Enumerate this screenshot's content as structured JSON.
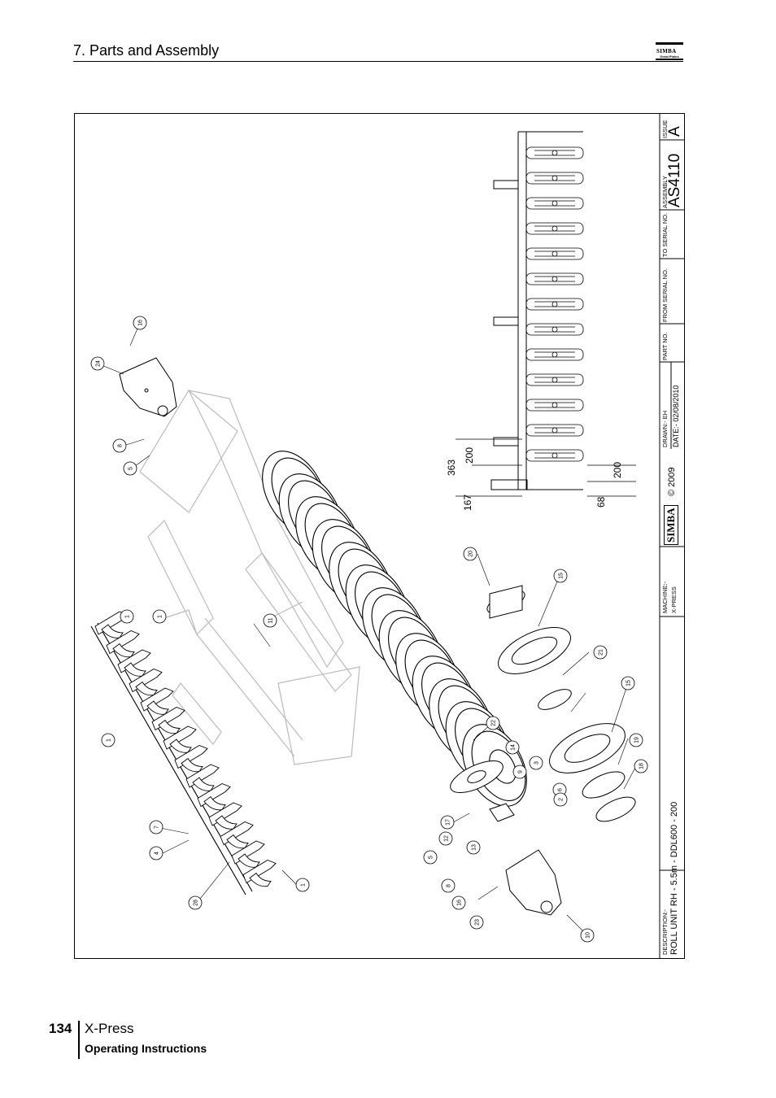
{
  "header": {
    "section_title": "7. Parts and Assembly",
    "logo_text": "SIMBA",
    "logo_subtext": "Great Plains"
  },
  "title_block": {
    "issue_label": "ISSUE",
    "issue_value": "A",
    "assembly_label": "ASSEMBLY",
    "assembly_value": "AS4110",
    "to_serial_label": "TO SERIAL NO.",
    "from_serial_label": "FROM SERIAL NO.",
    "part_no_label": "PART NO.",
    "drawn_label": "DRAWN:-  EH",
    "date_label": "DATE:-  02/08/2010",
    "copyright": "© 2009",
    "brand": "SIMBA",
    "machine_label": "MACHINE:-",
    "machine_value": "X-PRESS",
    "description_label": "DESCRIPTION:-",
    "description_value": "ROLL UNIT RH - 5.5m - DDL600 - 200"
  },
  "dimensions": {
    "d363": "363",
    "d200a": "200",
    "d167": "167",
    "d200b": "200",
    "d68": "68"
  },
  "callouts": [
    "16",
    "24",
    "8",
    "5",
    "1",
    "1",
    "11",
    "1",
    "7",
    "4",
    "28",
    "1",
    "20",
    "15",
    "21",
    "15",
    "22",
    "14",
    "3",
    "9",
    "6",
    "2",
    "19",
    "18",
    "17",
    "12",
    "13",
    "5",
    "8",
    "16",
    "23",
    "10"
  ],
  "footer": {
    "page_number": "134",
    "product": "X-Press",
    "subtitle": "Operating Instructions"
  }
}
